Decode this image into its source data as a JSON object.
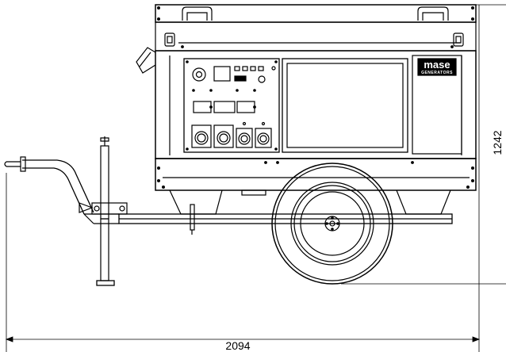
{
  "drawing": {
    "brand_logo": {
      "name": "mase",
      "subtitle": "GENERATORS"
    },
    "dimensions": {
      "overall_length": "2094",
      "overall_height": "1242"
    }
  }
}
